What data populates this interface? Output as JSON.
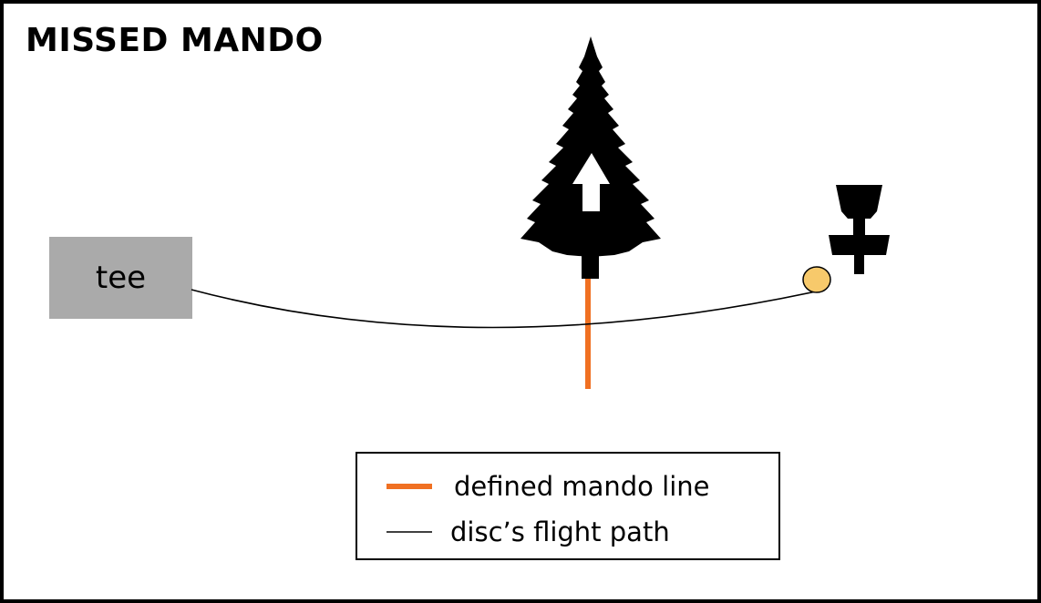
{
  "title": "MISSED MANDO",
  "tee": {
    "label": "tee",
    "fill_color": "#aaaaaa"
  },
  "tree": {
    "icon": "pine-tree-icon",
    "color": "#000000",
    "arrow_icon": "up-arrow-icon",
    "arrow_color": "#ffffff"
  },
  "mando_line": {
    "color": "#f07022"
  },
  "flight_path": {
    "color": "#000000"
  },
  "disc": {
    "icon": "disc-icon",
    "fill_color": "#f7c96b"
  },
  "basket": {
    "icon": "disc-golf-basket-icon",
    "color": "#000000"
  },
  "legend": {
    "items": [
      {
        "label": "defined mando line",
        "swatch_color": "#f07022"
      },
      {
        "label": "disc’s flight path",
        "swatch_color": "#000000"
      }
    ]
  }
}
